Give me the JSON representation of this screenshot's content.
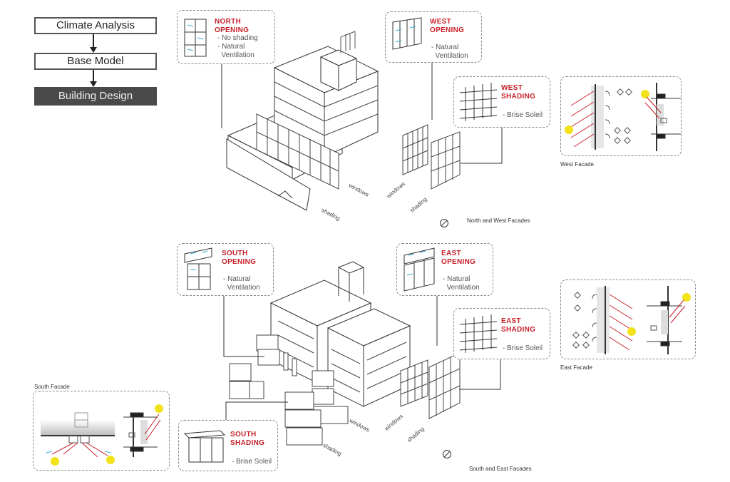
{
  "flow": {
    "steps": [
      "Climate Analysis",
      "Base Model",
      "Building Design"
    ],
    "active_step": "Building Design"
  },
  "cards": {
    "north_opening": {
      "title": "NORTH OPENING",
      "lines": [
        "- No shading",
        "- Natural",
        "  Ventilation"
      ]
    },
    "west_opening": {
      "title_1": "WEST",
      "title_2": "OPENING",
      "lines": [
        "- Natural",
        "  Ventilation"
      ]
    },
    "west_shading": {
      "title_1": "WEST",
      "title_2": "SHADING",
      "lines": [
        "- Brise Soleil"
      ]
    },
    "south_opening": {
      "title_1": "SOUTH",
      "title_2": "OPENING",
      "lines": [
        "- Natural",
        "  Ventilation"
      ]
    },
    "east_opening": {
      "title_1": "EAST",
      "title_2": "OPENING",
      "lines": [
        "- Natural",
        "  Ventilation"
      ]
    },
    "east_shading": {
      "title_1": "EAST",
      "title_2": "SHADING",
      "lines": [
        "- Brise Soleil"
      ]
    },
    "south_shading": {
      "title_1": "SOUTH",
      "title_2": "SHADING",
      "lines": [
        "- Brise Soleil"
      ]
    }
  },
  "captions": {
    "west_facade": "West Facade",
    "east_facade": "East Facade",
    "south_facade": "South Facade",
    "north_west": "North and West Facades",
    "south_east": "South and East Facades"
  },
  "labels": {
    "shading": "shading",
    "windows": "windows"
  },
  "colors": {
    "accent_red": "#c8202a",
    "sun_yellow": "#f2e21c",
    "arrow_blue": "#3aa8d8",
    "dark_box": "#4a4a4a"
  }
}
